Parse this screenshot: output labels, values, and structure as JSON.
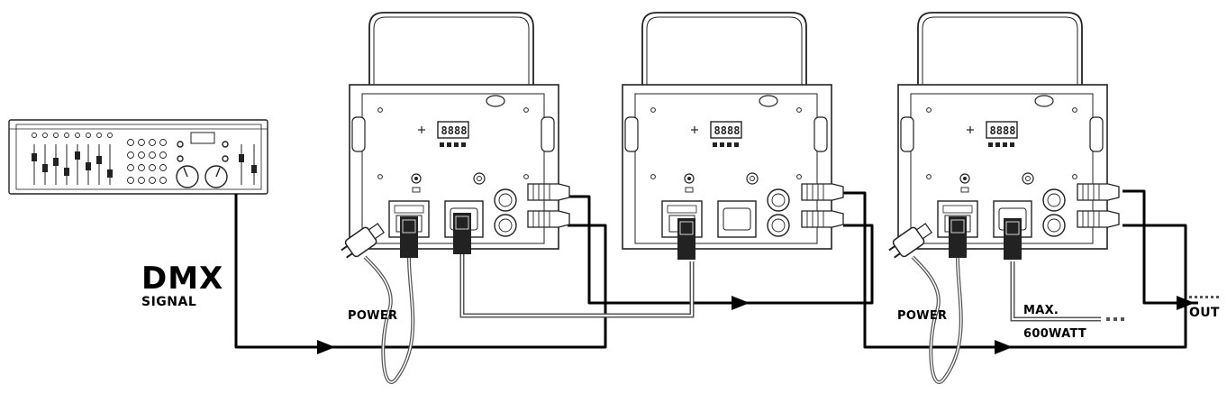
{
  "labels": {
    "dmx": "DMX",
    "signal": "SIGNAL",
    "power_left": "POWER",
    "power_right": "POWER",
    "max": "MAX.",
    "wattage": "600WATT",
    "out": "OUT"
  },
  "fixtures": [
    {
      "display": "8888"
    },
    {
      "display": "8888"
    },
    {
      "display": "8888"
    }
  ]
}
